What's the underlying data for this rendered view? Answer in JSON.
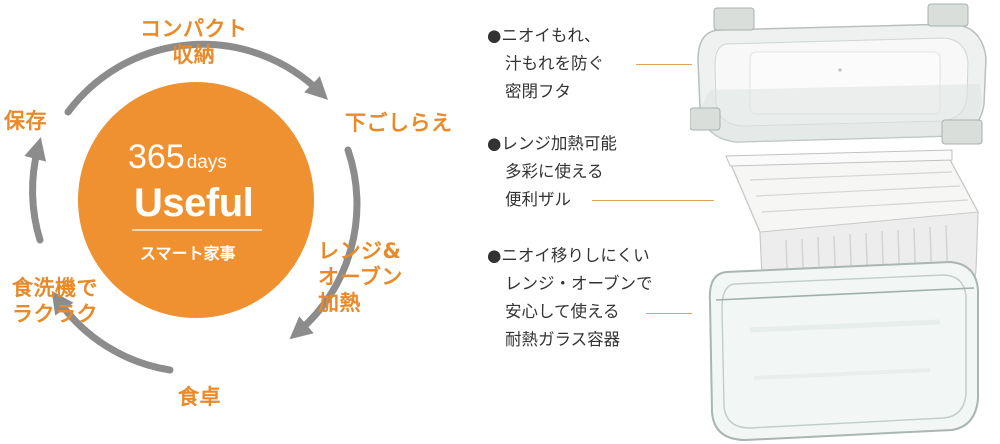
{
  "cycle": {
    "steps": [
      {
        "lines": [
          "コンパクト",
          "収納"
        ]
      },
      {
        "lines": [
          "下ごしらえ"
        ]
      },
      {
        "lines": [
          "レンジ&",
          "オーブン",
          "加熱"
        ]
      },
      {
        "lines": [
          "食卓"
        ]
      },
      {
        "lines": [
          "食洗機で",
          "ラクラク"
        ]
      },
      {
        "lines": [
          "保存"
        ]
      }
    ],
    "center": {
      "num": "365",
      "days": "days",
      "word": "Useful",
      "sub": "スマート家事"
    }
  },
  "features": [
    {
      "lines": [
        "●ニオイもれ、",
        "汁もれを防ぐ",
        "密閉フタ"
      ]
    },
    {
      "lines": [
        "●レンジ加熱可能",
        "多彩に使える",
        "便利ザル"
      ]
    },
    {
      "lines": [
        "●ニオイ移りしにくい",
        "レンジ・オーブンで",
        "安心して使える",
        "耐熱ガラス容器"
      ]
    }
  ],
  "colors": {
    "accent": "#ef9130",
    "label": "#e98a2a",
    "arrow": "#8c8c8c",
    "text": "#333333"
  }
}
